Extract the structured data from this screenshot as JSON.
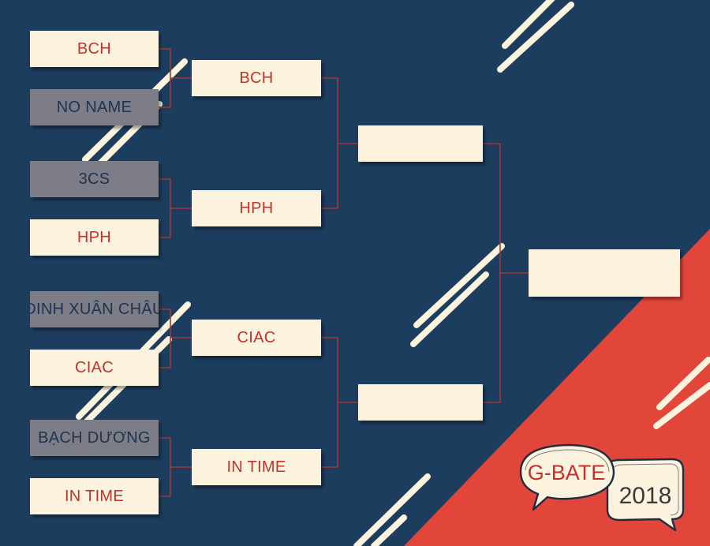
{
  "colors": {
    "background": "#1d3d5e",
    "accent_red": "#e2463b",
    "cream": "#fbf3dd",
    "loser_gray": "#7c7d86",
    "winner_text": "#c0332d",
    "loser_text": "#1f3350",
    "connector": "#9c3a36"
  },
  "bracket": {
    "round1": [
      {
        "team": "BCH",
        "status": "win"
      },
      {
        "team": "NO NAME",
        "status": "lose"
      },
      {
        "team": "3CS",
        "status": "lose"
      },
      {
        "team": "HPH",
        "status": "win"
      },
      {
        "team": "ĐINH XUÂN CHÂU",
        "status": "lose"
      },
      {
        "team": "CIAC",
        "status": "win"
      },
      {
        "team": "BẠCH DƯƠNG",
        "status": "lose"
      },
      {
        "team": "IN TIME",
        "status": "win"
      }
    ],
    "round2": [
      "BCH",
      "HPH",
      "CIAC",
      "IN TIME"
    ],
    "semifinal": [
      "",
      ""
    ],
    "final": ""
  },
  "logo": {
    "name": "G-BATE",
    "year": "2018"
  }
}
